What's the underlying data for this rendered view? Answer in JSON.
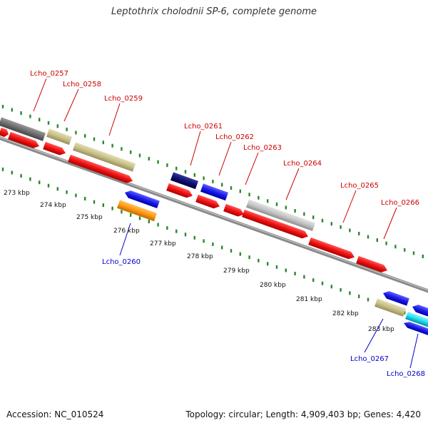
{
  "title": "Leptothrix cholodnii SP-6, complete genome",
  "accession": "Accession: NC_010524",
  "topology": "Topology: circular; Length: 4,909,403 bp; Genes: 4,420",
  "colors": {
    "forward_label": "#cc0000",
    "reverse_label": "#0000cc",
    "backbone": "#8a8a8a",
    "tick": "#2a8a2a",
    "cds_red": "#ee1111",
    "gray_dark": "#707070",
    "tan": "#c8c08a",
    "navy": "#101070",
    "blue": "#1a1aee",
    "light_gray": "#c4c4c4",
    "orange": "#ff9911",
    "cyan": "#22ddee"
  },
  "genes_forward": [
    "Lcho_0257",
    "Lcho_0258",
    "Lcho_0259",
    "Lcho_0261",
    "Lcho_0262",
    "Lcho_0263",
    "Lcho_0264",
    "Lcho_0265",
    "Lcho_0266"
  ],
  "genes_reverse": [
    "Lcho_0260",
    "Lcho_0267",
    "Lcho_0268"
  ],
  "kbp_labels": [
    "273 kbp",
    "274 kbp",
    "275 kbp",
    "276 kbp",
    "277 kbp",
    "278 kbp",
    "279 kbp",
    "280 kbp",
    "281 kbp",
    "282 kbp",
    "283 kbp"
  ]
}
